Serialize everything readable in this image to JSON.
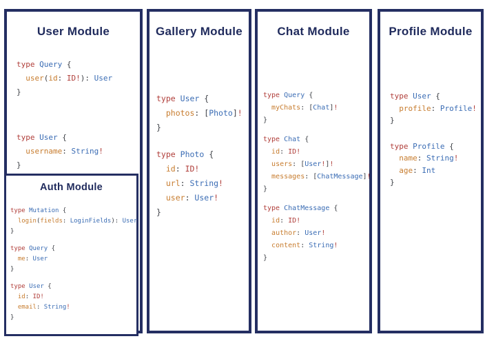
{
  "colors": {
    "border": "#242e62",
    "title": "#1f2a5c",
    "kw": "#b03e3a",
    "type": "#3a6cb4",
    "field": "#c77c2e",
    "punct": "#3e4147",
    "bang": "#b03e3a"
  },
  "panels": [
    {
      "title": "User Module",
      "blocks": [
        [
          [
            [
              "kw",
              "type"
            ],
            [
              "punct",
              " "
            ],
            [
              "type",
              "Query"
            ],
            [
              "punct",
              " {"
            ]
          ],
          [
            [
              "punct",
              "  "
            ],
            [
              "field",
              "user"
            ],
            [
              "punct",
              "("
            ],
            [
              "field",
              "id"
            ],
            [
              "punct",
              ": "
            ],
            [
              "kw",
              "ID!"
            ],
            [
              "punct",
              "): "
            ],
            [
              "type",
              "User"
            ]
          ],
          [
            [
              "punct",
              "}"
            ]
          ]
        ],
        [
          [
            [
              "kw",
              "type"
            ],
            [
              "punct",
              " "
            ],
            [
              "type",
              "User"
            ],
            [
              "punct",
              " {"
            ]
          ],
          [
            [
              "punct",
              "  "
            ],
            [
              "field",
              "username"
            ],
            [
              "punct",
              ": "
            ],
            [
              "type",
              "String"
            ],
            [
              "bang",
              "!"
            ]
          ],
          [
            [
              "punct",
              "}"
            ]
          ]
        ]
      ],
      "sub_module": {
        "title": "Auth Module",
        "blocks": [
          [
            [
              [
                "kw",
                "type"
              ],
              [
                "punct",
                " "
              ],
              [
                "type",
                "Mutation"
              ],
              [
                "punct",
                " {"
              ]
            ],
            [
              [
                "punct",
                "  "
              ],
              [
                "field",
                "login"
              ],
              [
                "punct",
                "("
              ],
              [
                "field",
                "fields"
              ],
              [
                "punct",
                ": "
              ],
              [
                "type",
                "LoginFields"
              ],
              [
                "punct",
                "): "
              ],
              [
                "type",
                "User"
              ]
            ],
            [
              [
                "punct",
                "}"
              ]
            ]
          ],
          [
            [
              [
                "kw",
                "type"
              ],
              [
                "punct",
                " "
              ],
              [
                "type",
                "Query"
              ],
              [
                "punct",
                " {"
              ]
            ],
            [
              [
                "punct",
                "  "
              ],
              [
                "field",
                "me"
              ],
              [
                "punct",
                ": "
              ],
              [
                "type",
                "User"
              ]
            ],
            [
              [
                "punct",
                "}"
              ]
            ]
          ],
          [
            [
              [
                "kw",
                "type"
              ],
              [
                "punct",
                " "
              ],
              [
                "type",
                "User"
              ],
              [
                "punct",
                " {"
              ]
            ],
            [
              [
                "punct",
                "  "
              ],
              [
                "field",
                "id"
              ],
              [
                "punct",
                ": "
              ],
              [
                "kw",
                "ID!"
              ]
            ],
            [
              [
                "punct",
                "  "
              ],
              [
                "field",
                "email"
              ],
              [
                "punct",
                ": "
              ],
              [
                "type",
                "String"
              ],
              [
                "bang",
                "!"
              ]
            ],
            [
              [
                "punct",
                "}"
              ]
            ]
          ]
        ]
      }
    },
    {
      "title": "Gallery Module",
      "blocks": [
        [
          [
            [
              "kw",
              "type"
            ],
            [
              "punct",
              " "
            ],
            [
              "type",
              "User"
            ],
            [
              "punct",
              " {"
            ]
          ],
          [
            [
              "punct",
              "  "
            ],
            [
              "field",
              "photos"
            ],
            [
              "punct",
              ": ["
            ],
            [
              "type",
              "Photo"
            ],
            [
              "punct",
              "]"
            ],
            [
              "bang",
              "!"
            ]
          ],
          [
            [
              "punct",
              "}"
            ]
          ]
        ],
        [
          [
            [
              "kw",
              "type"
            ],
            [
              "punct",
              " "
            ],
            [
              "type",
              "Photo"
            ],
            [
              "punct",
              " {"
            ]
          ],
          [
            [
              "punct",
              "  "
            ],
            [
              "field",
              "id"
            ],
            [
              "punct",
              ": "
            ],
            [
              "kw",
              "ID!"
            ]
          ],
          [
            [
              "punct",
              "  "
            ],
            [
              "field",
              "url"
            ],
            [
              "punct",
              ": "
            ],
            [
              "type",
              "String"
            ],
            [
              "bang",
              "!"
            ]
          ],
          [
            [
              "punct",
              "  "
            ],
            [
              "field",
              "user"
            ],
            [
              "punct",
              ": "
            ],
            [
              "type",
              "User"
            ],
            [
              "bang",
              "!"
            ]
          ],
          [
            [
              "punct",
              "}"
            ]
          ]
        ]
      ]
    },
    {
      "title": "Chat Module",
      "blocks": [
        [
          [
            [
              "kw",
              "type"
            ],
            [
              "punct",
              " "
            ],
            [
              "type",
              "Query"
            ],
            [
              "punct",
              " {"
            ]
          ],
          [
            [
              "punct",
              "  "
            ],
            [
              "field",
              "myChats"
            ],
            [
              "punct",
              ": ["
            ],
            [
              "type",
              "Chat"
            ],
            [
              "punct",
              "]"
            ],
            [
              "bang",
              "!"
            ]
          ],
          [
            [
              "punct",
              "}"
            ]
          ]
        ],
        [
          [
            [
              "kw",
              "type"
            ],
            [
              "punct",
              " "
            ],
            [
              "type",
              "Chat"
            ],
            [
              "punct",
              " {"
            ]
          ],
          [
            [
              "punct",
              "  "
            ],
            [
              "field",
              "id"
            ],
            [
              "punct",
              ": "
            ],
            [
              "kw",
              "ID!"
            ]
          ],
          [
            [
              "punct",
              "  "
            ],
            [
              "field",
              "users"
            ],
            [
              "punct",
              ": ["
            ],
            [
              "type",
              "User"
            ],
            [
              "bang",
              "!"
            ],
            [
              "punct",
              "]"
            ],
            [
              "bang",
              "!"
            ]
          ],
          [
            [
              "punct",
              "  "
            ],
            [
              "field",
              "messages"
            ],
            [
              "punct",
              ": ["
            ],
            [
              "type",
              "ChatMessage"
            ],
            [
              "punct",
              "]"
            ],
            [
              "bang",
              "!"
            ]
          ],
          [
            [
              "punct",
              "}"
            ]
          ]
        ],
        [
          [
            [
              "kw",
              "type"
            ],
            [
              "punct",
              " "
            ],
            [
              "type",
              "ChatMessage"
            ],
            [
              "punct",
              " {"
            ]
          ],
          [
            [
              "punct",
              "  "
            ],
            [
              "field",
              "id"
            ],
            [
              "punct",
              ": "
            ],
            [
              "kw",
              "ID!"
            ]
          ],
          [
            [
              "punct",
              "  "
            ],
            [
              "field",
              "author"
            ],
            [
              "punct",
              ": "
            ],
            [
              "type",
              "User"
            ],
            [
              "bang",
              "!"
            ]
          ],
          [
            [
              "punct",
              "  "
            ],
            [
              "field",
              "content"
            ],
            [
              "punct",
              ": "
            ],
            [
              "type",
              "String"
            ],
            [
              "bang",
              "!"
            ]
          ],
          [
            [
              "punct",
              "}"
            ]
          ]
        ]
      ]
    },
    {
      "title": "Profile Module",
      "blocks": [
        [
          [
            [
              "kw",
              "type"
            ],
            [
              "punct",
              " "
            ],
            [
              "type",
              "User"
            ],
            [
              "punct",
              " {"
            ]
          ],
          [
            [
              "punct",
              "  "
            ],
            [
              "field",
              "profile"
            ],
            [
              "punct",
              ": "
            ],
            [
              "type",
              "Profile"
            ],
            [
              "bang",
              "!"
            ]
          ],
          [
            [
              "punct",
              "}"
            ]
          ]
        ],
        [
          [
            [
              "kw",
              "type"
            ],
            [
              "punct",
              " "
            ],
            [
              "type",
              "Profile"
            ],
            [
              "punct",
              " {"
            ]
          ],
          [
            [
              "punct",
              "  "
            ],
            [
              "field",
              "name"
            ],
            [
              "punct",
              ": "
            ],
            [
              "type",
              "String"
            ],
            [
              "bang",
              "!"
            ]
          ],
          [
            [
              "punct",
              "  "
            ],
            [
              "field",
              "age"
            ],
            [
              "punct",
              ": "
            ],
            [
              "type",
              "Int"
            ]
          ],
          [
            [
              "punct",
              "}"
            ]
          ]
        ]
      ]
    }
  ]
}
